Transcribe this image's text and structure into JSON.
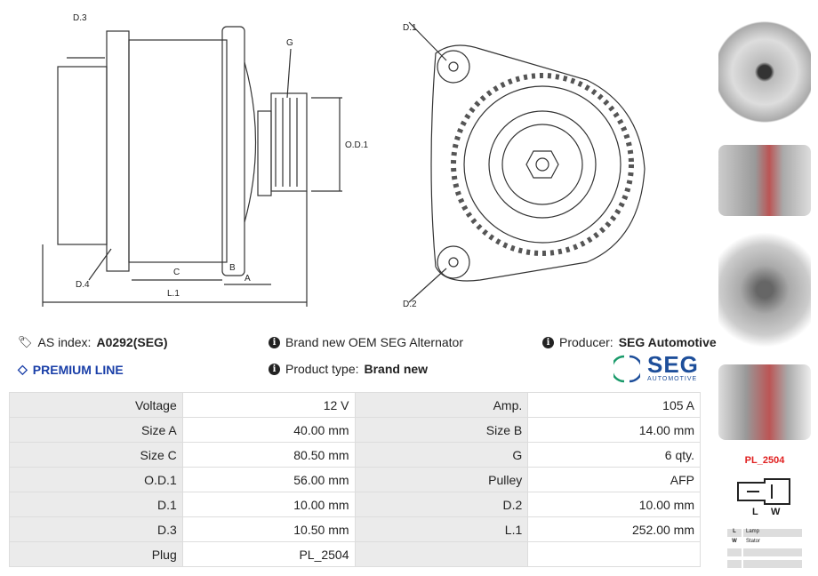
{
  "diagram_labels": {
    "d3": "D.3",
    "d4": "D.4",
    "g": "G",
    "od1": "O.D.1",
    "c": "C",
    "b": "B",
    "a": "A",
    "l1": "L.1",
    "d1": "D.1",
    "d2": "D.2"
  },
  "info": {
    "as_index_label": "AS index:",
    "as_index_value": "A0292(SEG)",
    "premium": "PREMIUM LINE",
    "oem": "Brand new OEM SEG Alternator",
    "type_label": "Product type:",
    "type_value": "Brand new",
    "producer_label": "Producer:",
    "producer_value": "SEG Automotive",
    "logo_text": "SEG",
    "logo_sub": "AUTOMOTIVE"
  },
  "specs": [
    [
      "Voltage",
      "12 V",
      "Amp.",
      "105 A"
    ],
    [
      "Size A",
      "40.00 mm",
      "Size B",
      "14.00 mm"
    ],
    [
      "Size C",
      "80.50 mm",
      "G",
      "6 qty."
    ],
    [
      "O.D.1",
      "56.00 mm",
      "Pulley",
      "AFP"
    ],
    [
      "D.1",
      "10.00 mm",
      "D.2",
      "10.00 mm"
    ],
    [
      "D.3",
      "10.50 mm",
      "L.1",
      "252.00 mm"
    ],
    [
      "Plug",
      "PL_2504",
      "",
      ""
    ]
  ],
  "plug": {
    "name": "PL_2504",
    "pins": [
      "L",
      "W"
    ],
    "legend": [
      [
        "L",
        "Lamp"
      ],
      [
        "W",
        "Stator"
      ]
    ]
  },
  "colors": {
    "premium": "#1a3fa8",
    "plug": "#e02020",
    "seg_blue": "#1d4e9a",
    "seg_green": "#1a9a6a"
  }
}
